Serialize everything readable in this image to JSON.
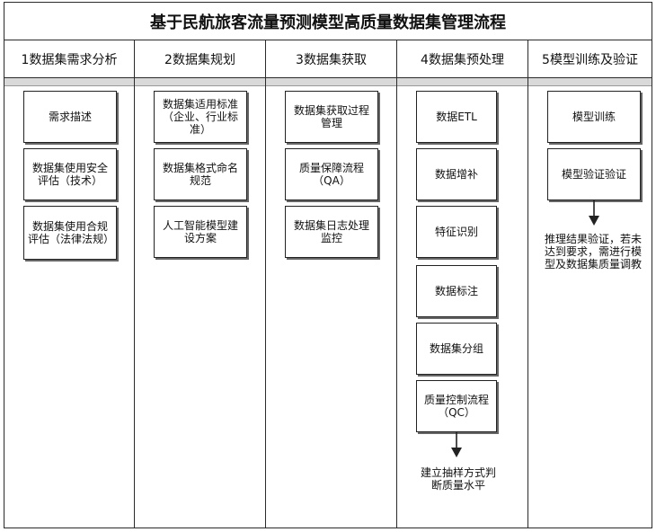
{
  "title": "基于民航旅客流量预测模型高质量数据集管理流程",
  "columns": [
    {
      "header": "1数据集需求分析",
      "boxes": [
        "需求描述",
        "数据集使用安全评估（技术）",
        "数据集使用合规评估（法律法规）"
      ]
    },
    {
      "header": "2数据集规划",
      "boxes": [
        "数据集适用标准（企业、行业标准）",
        "数据集格式命名规范",
        "人工智能模型建设方案"
      ]
    },
    {
      "header": "3数据集获取",
      "boxes": [
        "数据集获取过程管理",
        "质量保障流程（QA）",
        "数据集日志处理监控"
      ]
    },
    {
      "header": "4数据集预处理",
      "boxes": [
        "数据ETL",
        "数据增补",
        "特征识别",
        "数据标注",
        "数据集分组",
        "质量控制流程（QC）"
      ],
      "note": "建立抽样方式判断质量水平"
    },
    {
      "header": "5模型训练及验证",
      "boxes": [
        "模型训练",
        "模型验证验证"
      ],
      "note": "推理结果验证，若未达到要求，需进行模型及数据集质量调教"
    }
  ]
}
